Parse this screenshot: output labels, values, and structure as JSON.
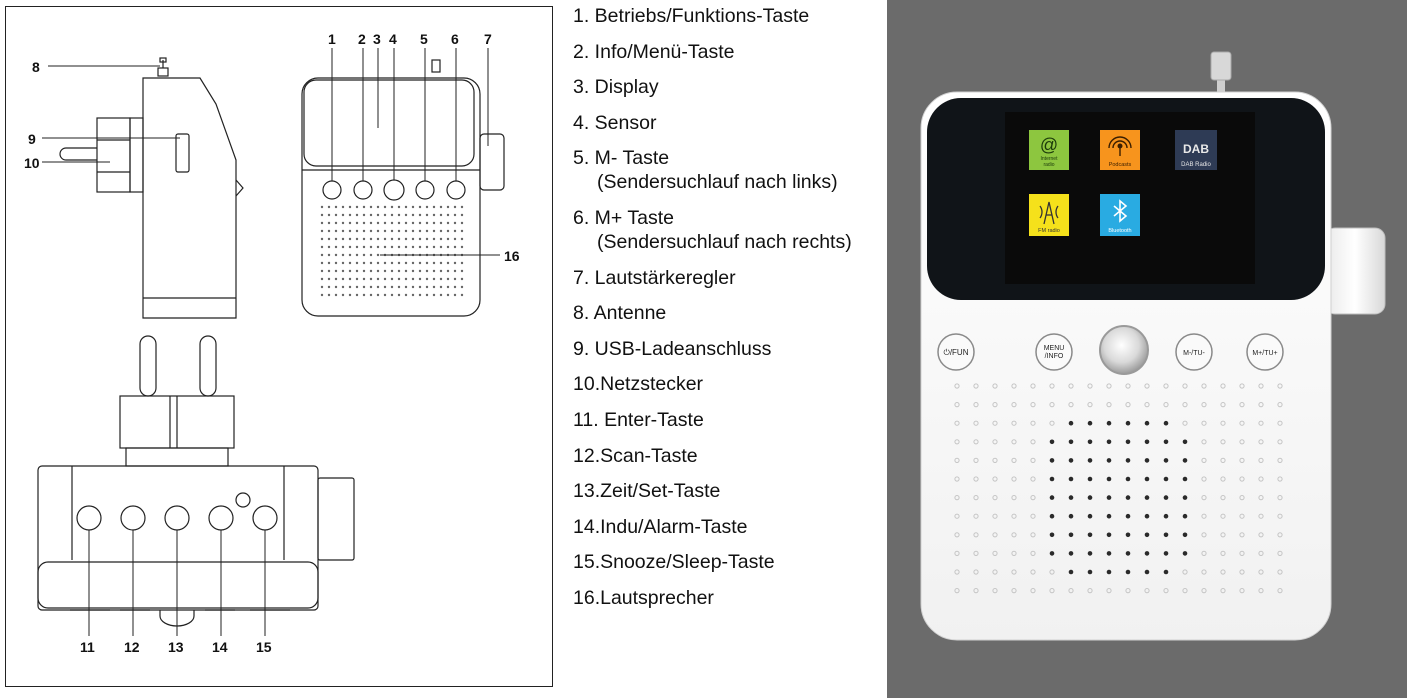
{
  "callouts": {
    "n1": "1",
    "n2": "2",
    "n3": "3",
    "n4": "4",
    "n5": "5",
    "n6": "6",
    "n7": "7",
    "n8": "8",
    "n9": "9",
    "n10": "10",
    "n11": "11",
    "n12": "12",
    "n13": "13",
    "n14": "14",
    "n15": "15",
    "n16": "16"
  },
  "legend": [
    {
      "line1": "1. Betriebs/Funktions-Taste"
    },
    {
      "line1": "2. Info/Menü-Taste"
    },
    {
      "line1": "3. Display"
    },
    {
      "line1": "4. Sensor"
    },
    {
      "line1": "5. M- Taste",
      "line2": "(Sendersuchlauf nach links)"
    },
    {
      "line1": "6. M+ Taste",
      "line2": "(Sendersuchlauf nach rechts)"
    },
    {
      "line1": "7. Lautstärkeregler"
    },
    {
      "line1": "8. Antenne"
    },
    {
      "line1": "9. USB-Ladeanschluss"
    },
    {
      "line1": "10.Netzstecker"
    },
    {
      "line1": "11. Enter-Taste"
    },
    {
      "line1": "12.Scan-Taste"
    },
    {
      "line1": "13.Zeit/Set-Taste"
    },
    {
      "line1": "14.Indu/Alarm-Taste"
    },
    {
      "line1": "15.Snooze/Sleep-Taste"
    },
    {
      "line1": "16.Lautsprecher"
    }
  ],
  "photo": {
    "screen_apps": {
      "internet_a": "Internet",
      "internet_b": "radio",
      "podcasts": "Podcasts",
      "dab_logo": "DAB",
      "dab": "DAB Radio",
      "fm": "FM radio",
      "bluetooth": "Bluetooth"
    },
    "buttons": {
      "fun": "⏻/FUN",
      "menu_a": "MENU",
      "menu_b": "/INFO",
      "m_minus": "M-/TU-",
      "m_plus": "M+/TU+"
    }
  },
  "colors": {
    "photo_bg": "#6b6b6b",
    "app_internet": "#8dc63f",
    "app_podcasts": "#f7941d",
    "app_dab": "#2e3b55",
    "app_fm": "#f5e11b",
    "app_bluetooth": "#29abe2"
  }
}
